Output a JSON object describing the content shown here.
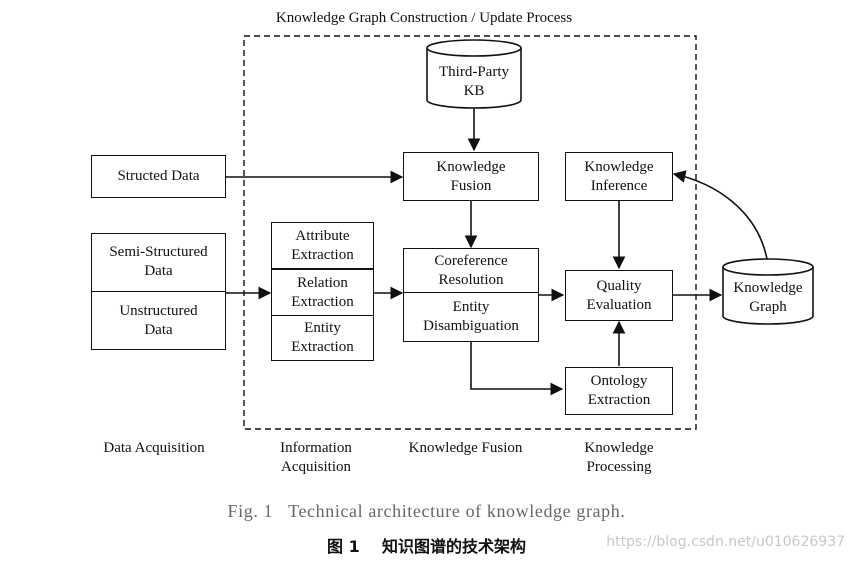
{
  "diagram": {
    "frame_title": "Knowledge Graph Construction / Update Process",
    "nodes": {
      "third_party_kb": [
        "Third-Party",
        "KB"
      ],
      "structed_data": [
        "Structed Data"
      ],
      "semi_structured_data": [
        "Semi-Structured",
        "Data"
      ],
      "unstructured_data": [
        "Unstructured",
        "Data"
      ],
      "attribute_extraction": [
        "Attribute",
        "Extraction"
      ],
      "relation_extraction": [
        "Relation",
        "Extraction"
      ],
      "entity_extraction": [
        "Entity",
        "Extraction"
      ],
      "knowledge_fusion": [
        "Knowledge",
        "Fusion"
      ],
      "coreference_resolution": [
        "Coreference",
        "Resolution"
      ],
      "entity_disambiguation": [
        "Entity",
        "Disambiguation"
      ],
      "knowledge_inference": [
        "Knowledge",
        "Inference"
      ],
      "quality_evaluation": [
        "Quality",
        "Evaluation"
      ],
      "ontology_extraction": [
        "Ontology",
        "Extraction"
      ],
      "knowledge_graph": [
        "Knowledge",
        "Graph"
      ]
    },
    "stages": {
      "data_acquisition": [
        "Data Acquisition"
      ],
      "information_acquisition": [
        "Information",
        "Acquisition"
      ],
      "knowledge_fusion": [
        "Knowledge Fusion"
      ],
      "knowledge_processing": [
        "Knowledge",
        "Processing"
      ]
    }
  },
  "caption": {
    "english": "Fig. 1   Technical architecture of knowledge graph.",
    "chinese": "图 1    知识图谱的技术架构"
  },
  "watermark": "https://blog.csdn.net/u010626937"
}
